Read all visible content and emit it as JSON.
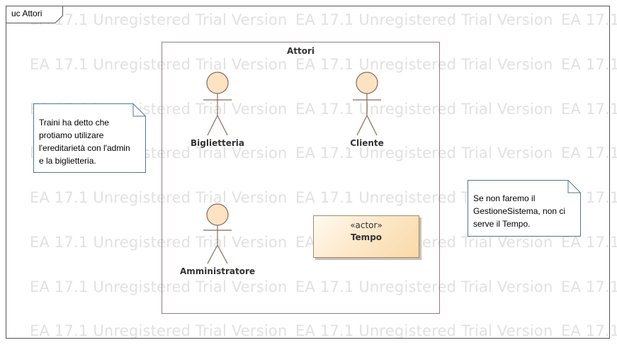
{
  "frame": {
    "label": "uc Attori"
  },
  "watermark": {
    "text": "EA 17.1 Unregistered Trial Version"
  },
  "package": {
    "title": "Attori"
  },
  "actors": [
    {
      "name": "Biglietteria"
    },
    {
      "name": "Cliente"
    },
    {
      "name": "Amministratore"
    }
  ],
  "stereotype_box": {
    "stereotype": "«actor»",
    "name": "Tempo"
  },
  "notes": [
    {
      "lines": [
        "Traini ha detto che",
        "protiamo utilizare",
        "l'ereditarietà con l'admin",
        "e la biglietteria."
      ]
    },
    {
      "lines": [
        "Se non faremo il",
        "GestioneSistema, non ci",
        "serve il Tempo."
      ]
    }
  ],
  "colors": {
    "actor_fill": "#fde3c2",
    "actor_stroke": "#8a6a5a",
    "note_fill": "#ffffff",
    "note_stroke": "#4f7a8a",
    "watermark": "#e1e1e1"
  }
}
